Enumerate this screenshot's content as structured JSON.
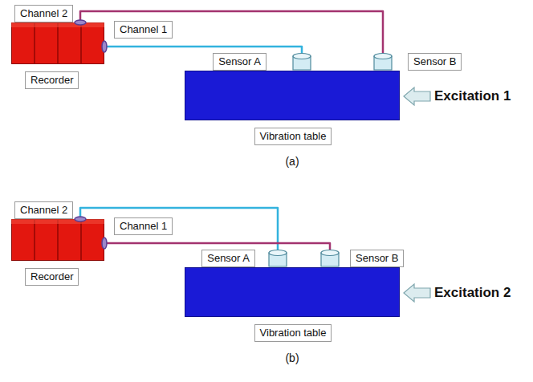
{
  "diagram": {
    "nodes": [
      {
        "text": [
          "Recorder"
        ]
      },
      {
        "text": [
          "Sensor A"
        ]
      },
      {
        "text": [
          "Sensor B"
        ]
      },
      {
        "text": [
          "Vibration table"
        ]
      },
      {
        "text": [
          "Recorder"
        ]
      },
      {
        "text": [
          "Sensor A"
        ]
      },
      {
        "text": [
          "Sensor B"
        ]
      },
      {
        "text": [
          "Vibration table"
        ]
      }
    ],
    "edges": [
      {
        "from": 0,
        "to": 1,
        "arrow": "none"
      },
      {
        "from": 0,
        "to": 2,
        "arrow": "none"
      },
      {
        "from": 4,
        "to": 5,
        "arrow": "none"
      },
      {
        "from": 4,
        "to": 6,
        "arrow": "none"
      }
    ],
    "labels": [
      "Channel 2",
      "Channel 1",
      "Excitation 1",
      "(a)",
      "Channel 2",
      "Channel 1",
      "Excitation 2",
      "(b)"
    ]
  }
}
